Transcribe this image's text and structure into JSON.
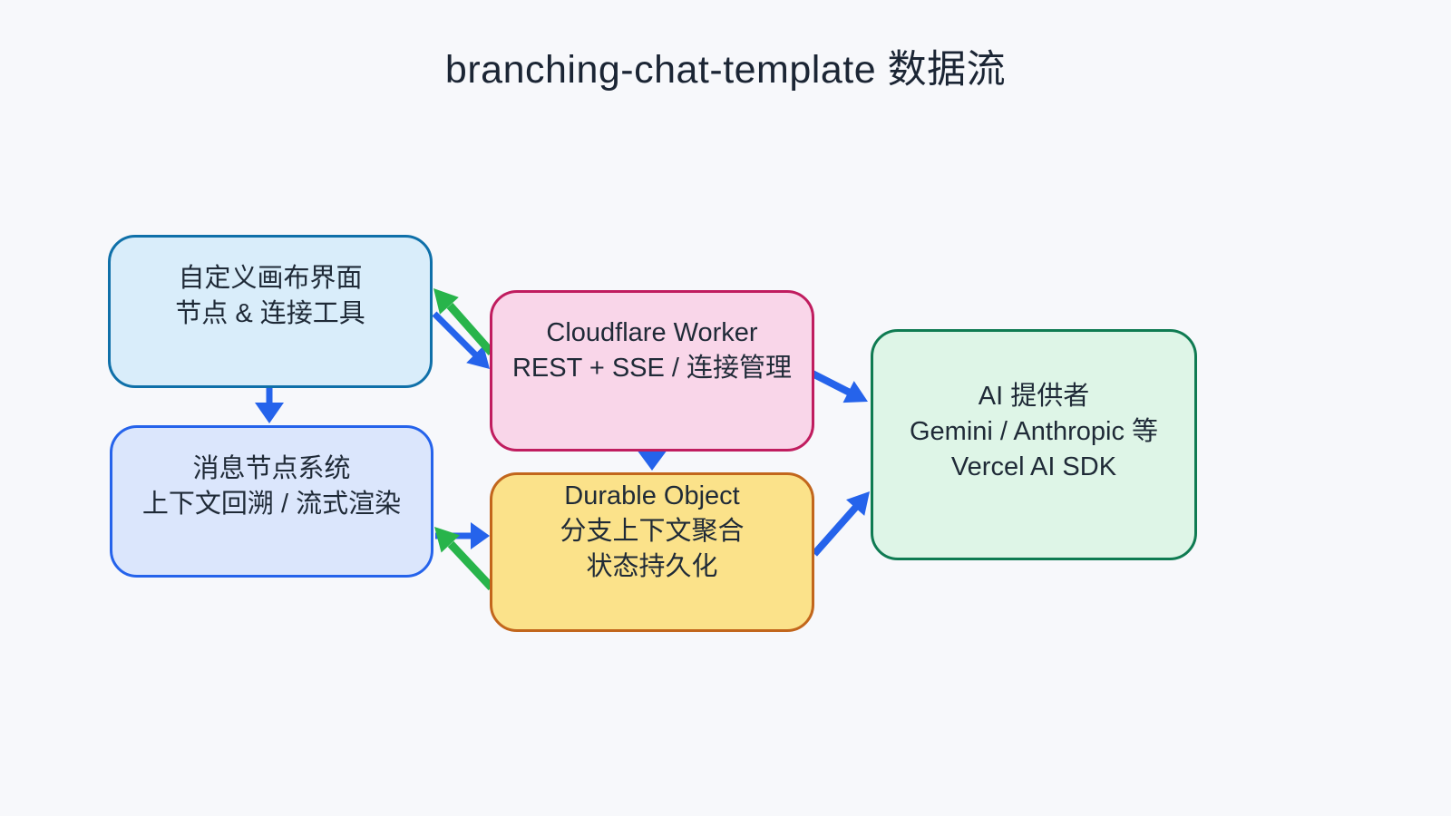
{
  "title": "branching-chat-template 数据流",
  "colors": {
    "background": "#f7f8fb",
    "title_text": "#1b2534",
    "node_text": "#1f2a37",
    "arrow_blue": "#2563eb",
    "arrow_green": "#28b44b",
    "nodes": {
      "canvas_ui": {
        "fill": "#d9edfa",
        "border": "#0f70a9"
      },
      "message_system": {
        "fill": "#dbe6fc",
        "border": "#2563eb"
      },
      "cloudflare_worker": {
        "fill": "#f9d6e9",
        "border": "#c01d5f"
      },
      "durable_object": {
        "fill": "#fbe28a",
        "border": "#c2661c"
      },
      "ai_provider": {
        "fill": "#def5e7",
        "border": "#0f7b52"
      }
    }
  },
  "nodes": {
    "canvas_ui": {
      "lines": [
        "自定义画布界面",
        "节点 & 连接工具"
      ]
    },
    "message_system": {
      "lines": [
        "消息节点系统",
        "上下文回溯 / 流式渲染"
      ]
    },
    "cloudflare_worker": {
      "lines": [
        "Cloudflare Worker",
        "REST + SSE / 连接管理"
      ]
    },
    "durable_object": {
      "lines": [
        "Durable Object",
        "分支上下文聚合",
        "状态持久化"
      ]
    },
    "ai_provider": {
      "lines": [
        "AI 提供者",
        "Gemini / Anthropic 等",
        "Vercel AI SDK"
      ]
    }
  },
  "edges": [
    {
      "from": "canvas_ui",
      "to": "message_system",
      "color": "blue"
    },
    {
      "from": "canvas_ui",
      "to": "cloudflare_worker",
      "color": "blue"
    },
    {
      "from": "cloudflare_worker",
      "to": "canvas_ui",
      "color": "green"
    },
    {
      "from": "cloudflare_worker",
      "to": "ai_provider",
      "color": "blue"
    },
    {
      "from": "cloudflare_worker",
      "to": "durable_object",
      "color": "blue"
    },
    {
      "from": "message_system",
      "to": "durable_object",
      "color": "blue"
    },
    {
      "from": "durable_object",
      "to": "message_system",
      "color": "green"
    },
    {
      "from": "durable_object",
      "to": "ai_provider",
      "color": "blue"
    }
  ]
}
